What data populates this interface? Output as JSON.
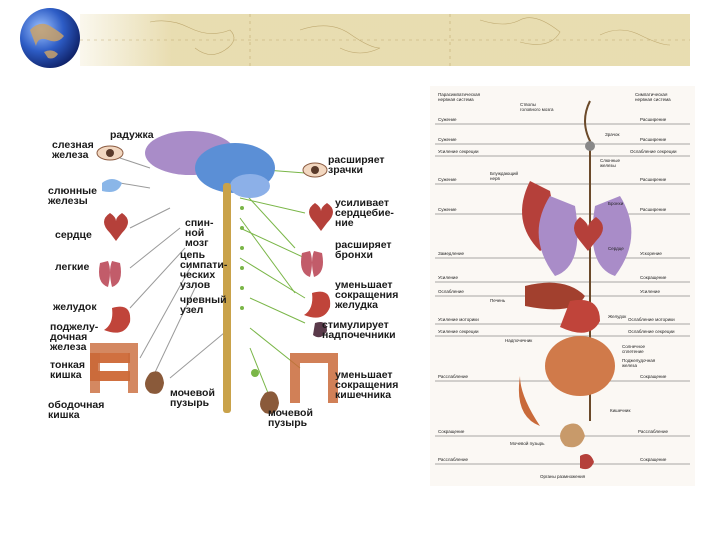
{
  "left_diagram": {
    "labels_left": [
      {
        "id": "lacrimal",
        "text": "слезная\nжелеза"
      },
      {
        "id": "iris",
        "text": "радужка"
      },
      {
        "id": "salivary",
        "text": "слюнные\nжелезы"
      },
      {
        "id": "heart",
        "text": "сердце"
      },
      {
        "id": "lungs",
        "text": "легкие"
      },
      {
        "id": "stomach",
        "text": "желудок"
      },
      {
        "id": "pancreas",
        "text": "поджелу-\nдочная\nжелеза"
      },
      {
        "id": "small-intestine",
        "text": "тонкая\nкишка"
      },
      {
        "id": "colon",
        "text": "ободочная\nкишка"
      },
      {
        "id": "bladder-left",
        "text": "мочевой\nпузырь"
      }
    ],
    "labels_center": [
      {
        "id": "spinal-cord",
        "text": "спин-\nной\nмозг"
      },
      {
        "id": "sympathetic-chain",
        "text": "цепь\nсимпати-\nческих\nузлов"
      },
      {
        "id": "celiac-ganglion",
        "text": "чревный\nузел"
      }
    ],
    "labels_right": [
      {
        "id": "dilates-pupils",
        "text": "расширяет\nзрачки"
      },
      {
        "id": "increases-heartbeat",
        "text": "усиливает\nсердцебие-\nние"
      },
      {
        "id": "dilates-bronchi",
        "text": "расширяет\nбронхи"
      },
      {
        "id": "reduces-stomach",
        "text": "уменьшает\nсокращения\nжелудка"
      },
      {
        "id": "stimulates-adrenal",
        "text": "стимулирует\nнадпочечники"
      },
      {
        "id": "reduces-intestine",
        "text": "уменьшает\nсокращения\nкишечника"
      },
      {
        "id": "bladder-right",
        "text": "мочевой\nпузырь"
      }
    ]
  },
  "right_diagram": {
    "header_left": "Парасимпатическая\nнервная система",
    "header_right": "Симпатическая\nнервная система",
    "top_center": "Стволы\nголовного мозга",
    "left_labels": [
      "Сужение",
      "Сужение",
      "Усиление секреции",
      "Сужение",
      "Сужение",
      "Замедление",
      "Усиление",
      "Ослабление",
      "Усиление моторики",
      "Усиление секреции",
      "Расслабление",
      "Сокращение",
      "Расслабление"
    ],
    "right_labels": [
      "Расширение",
      "Расширение",
      "Ослабление секреции",
      "Расширение",
      "Расширение",
      "Ускорение",
      "Сокращение",
      "Усиление",
      "Ослабление моторики",
      "Ослабление секреции",
      "Сокращение",
      "Расслабление",
      "Сокращение"
    ],
    "center_labels": [
      "Зрачок",
      "Слюнные\nжелезы",
      "Блуждающий\nнерв",
      "Бронхи",
      "Сердце",
      "Желудок",
      "Кишечник",
      "Мочевой пузырь",
      "Органы размножения",
      "Печень",
      "Надпочечник",
      "Солнечное\nсплетение",
      "Поджелудочная\nжелеза"
    ]
  },
  "colors": {
    "brain_blue": "#5b8fd6",
    "brain_purple": "#a98cc8",
    "cord": "#c9a24a",
    "organ_red": "#b5403a",
    "nerve_green": "#7ab648",
    "gray_line": "#9a9a9a"
  }
}
